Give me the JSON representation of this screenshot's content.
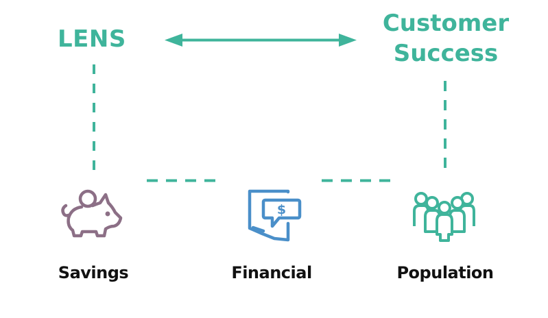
{
  "diagram": {
    "top_nodes": [
      {
        "id": "lens",
        "label": "LENS"
      },
      {
        "id": "customer_success",
        "label": "Customer Success"
      }
    ],
    "bottom_nodes": [
      {
        "id": "savings",
        "label": "Savings",
        "icon": "piggy-bank-icon",
        "color": "#8c6f86"
      },
      {
        "id": "financial",
        "label": "Financial",
        "icon": "dollar-document-icon",
        "color": "#4a8fc9"
      },
      {
        "id": "population",
        "label": "Population",
        "icon": "people-group-icon",
        "color": "#3fb49b"
      }
    ],
    "connections": [
      {
        "from": "lens",
        "to": "customer_success",
        "style": "solid",
        "arrows": "both"
      },
      {
        "from": "lens",
        "to": "savings",
        "style": "dashed"
      },
      {
        "from": "customer_success",
        "to": "population",
        "style": "dashed"
      },
      {
        "from": "savings",
        "to": "financial",
        "style": "dashed"
      },
      {
        "from": "financial",
        "to": "population",
        "style": "dashed"
      }
    ],
    "accent_color": "#3fb49b"
  }
}
